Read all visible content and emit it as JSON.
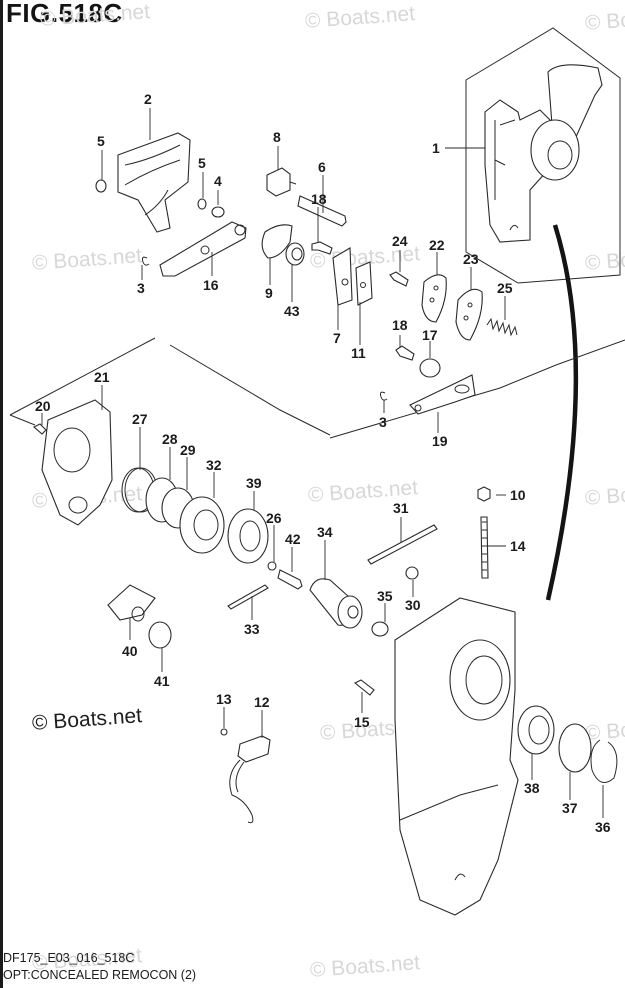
{
  "figure": {
    "title": "FIG.518C",
    "code": "DF175_E03_016_518C",
    "description": "OPT:CONCEALED REMOCON (2)"
  },
  "watermark": {
    "text": "© Boats.net",
    "main_text": "© Boats.net",
    "color": "#d7d7d7"
  },
  "callouts": [
    {
      "id": "c1",
      "label": "1",
      "part": "remote-control-assembly"
    },
    {
      "id": "c2",
      "label": "2",
      "part": "cover-plate"
    },
    {
      "id": "c3a",
      "label": "3",
      "part": "e-clip"
    },
    {
      "id": "c3b",
      "label": "3",
      "part": "e-clip"
    },
    {
      "id": "c4",
      "label": "4",
      "part": "washer"
    },
    {
      "id": "c5a",
      "label": "5",
      "part": "bushing"
    },
    {
      "id": "c5b",
      "label": "5",
      "part": "bushing"
    },
    {
      "id": "c6",
      "label": "6",
      "part": "shaft"
    },
    {
      "id": "c7",
      "label": "7",
      "part": "plate"
    },
    {
      "id": "c8",
      "label": "8",
      "part": "block"
    },
    {
      "id": "c9",
      "label": "9",
      "part": "cam-plate"
    },
    {
      "id": "c10",
      "label": "10",
      "part": "nut"
    },
    {
      "id": "c11",
      "label": "11",
      "part": "plate"
    },
    {
      "id": "c12",
      "label": "12",
      "part": "switch-connector"
    },
    {
      "id": "c13",
      "label": "13",
      "part": "screw"
    },
    {
      "id": "c14",
      "label": "14",
      "part": "stud-bolt"
    },
    {
      "id": "c15",
      "label": "15",
      "part": "bolt"
    },
    {
      "id": "c16",
      "label": "16",
      "part": "link-arm"
    },
    {
      "id": "c17",
      "label": "17",
      "part": "washer"
    },
    {
      "id": "c18a",
      "label": "18",
      "part": "bolt"
    },
    {
      "id": "c18b",
      "label": "18",
      "part": "bolt"
    },
    {
      "id": "c19",
      "label": "19",
      "part": "lever"
    },
    {
      "id": "c20",
      "label": "20",
      "part": "screw"
    },
    {
      "id": "c21",
      "label": "21",
      "part": "housing-plate"
    },
    {
      "id": "c22",
      "label": "22",
      "part": "plate"
    },
    {
      "id": "c23",
      "label": "23",
      "part": "plate"
    },
    {
      "id": "c24",
      "label": "24",
      "part": "screw"
    },
    {
      "id": "c25",
      "label": "25",
      "part": "spring"
    },
    {
      "id": "c26",
      "label": "26",
      "part": "screw"
    },
    {
      "id": "c27",
      "label": "27",
      "part": "spring"
    },
    {
      "id": "c28",
      "label": "28",
      "part": "ring"
    },
    {
      "id": "c29",
      "label": "29",
      "part": "washer"
    },
    {
      "id": "c30",
      "label": "30",
      "part": "ball"
    },
    {
      "id": "c31",
      "label": "31",
      "part": "rod"
    },
    {
      "id": "c32",
      "label": "32",
      "part": "gear-ring"
    },
    {
      "id": "c33",
      "label": "33",
      "part": "pin"
    },
    {
      "id": "c34",
      "label": "34",
      "part": "gear-shaft"
    },
    {
      "id": "c35",
      "label": "35",
      "part": "collar"
    },
    {
      "id": "c36",
      "label": "36",
      "part": "circlip"
    },
    {
      "id": "c37",
      "label": "37",
      "part": "washer"
    },
    {
      "id": "c38",
      "label": "38",
      "part": "seal"
    },
    {
      "id": "c39",
      "label": "39",
      "part": "washer"
    },
    {
      "id": "c40",
      "label": "40",
      "part": "bracket"
    },
    {
      "id": "c41",
      "label": "41",
      "part": "collar"
    },
    {
      "id": "c42",
      "label": "42",
      "part": "pin"
    },
    {
      "id": "c43",
      "label": "43",
      "part": "bushing"
    }
  ]
}
